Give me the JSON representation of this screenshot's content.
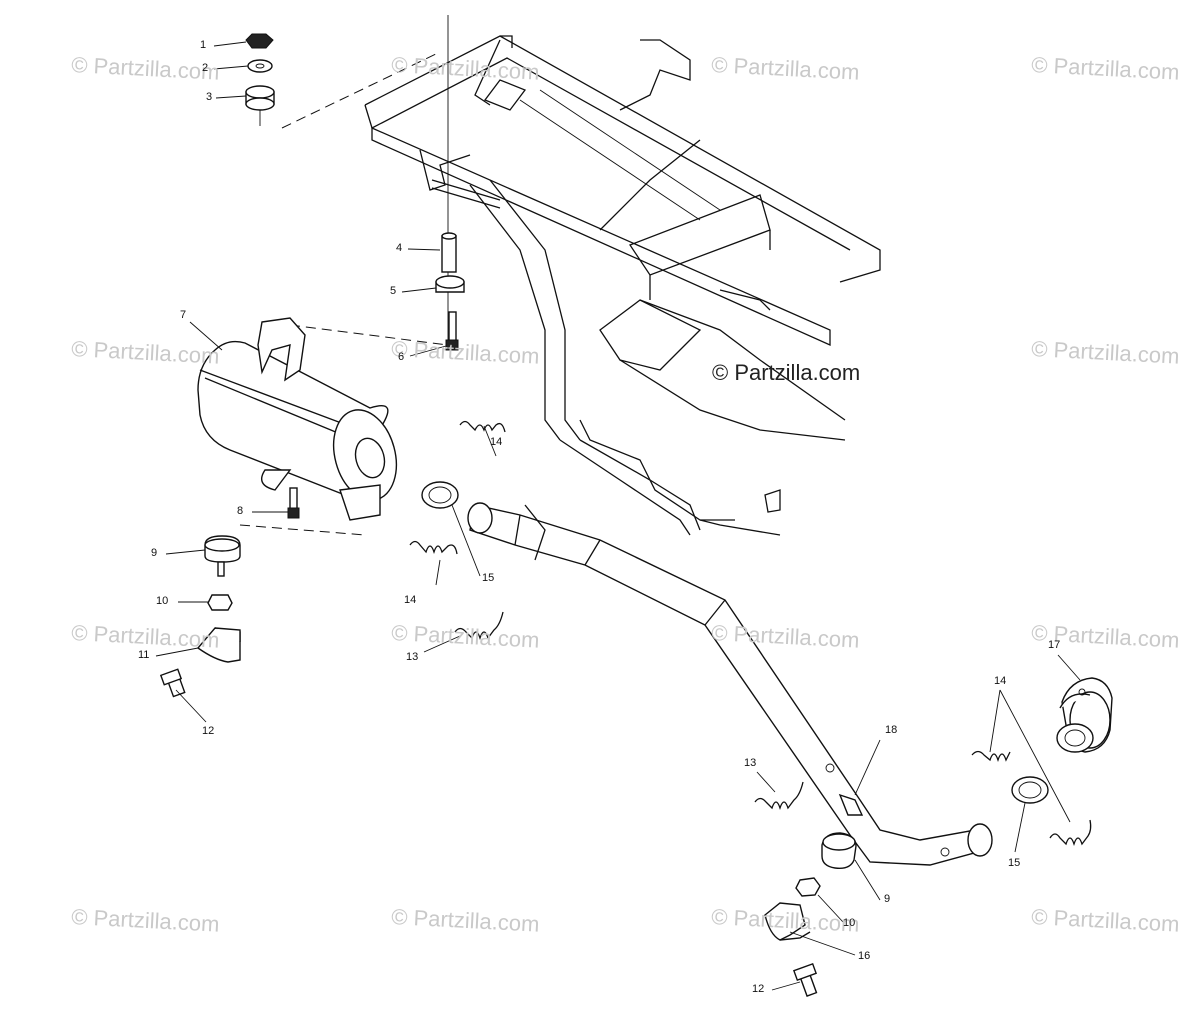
{
  "watermark": "© Partzilla.com",
  "watermark_main": "© Partzilla.com",
  "callouts": {
    "c1": "1",
    "c2": "2",
    "c3": "3",
    "c4": "4",
    "c5": "5",
    "c6": "6",
    "c7": "7",
    "c8": "8",
    "c9a": "9",
    "c10a": "10",
    "c11": "11",
    "c12a": "12",
    "c13a": "13",
    "c14a": "14",
    "c14b": "14",
    "c15a": "15",
    "c13b": "13",
    "c18": "18",
    "c14c": "14",
    "c17": "17",
    "c15b": "15",
    "c9b": "9",
    "c10b": "10",
    "c16": "16",
    "c12b": "12"
  }
}
